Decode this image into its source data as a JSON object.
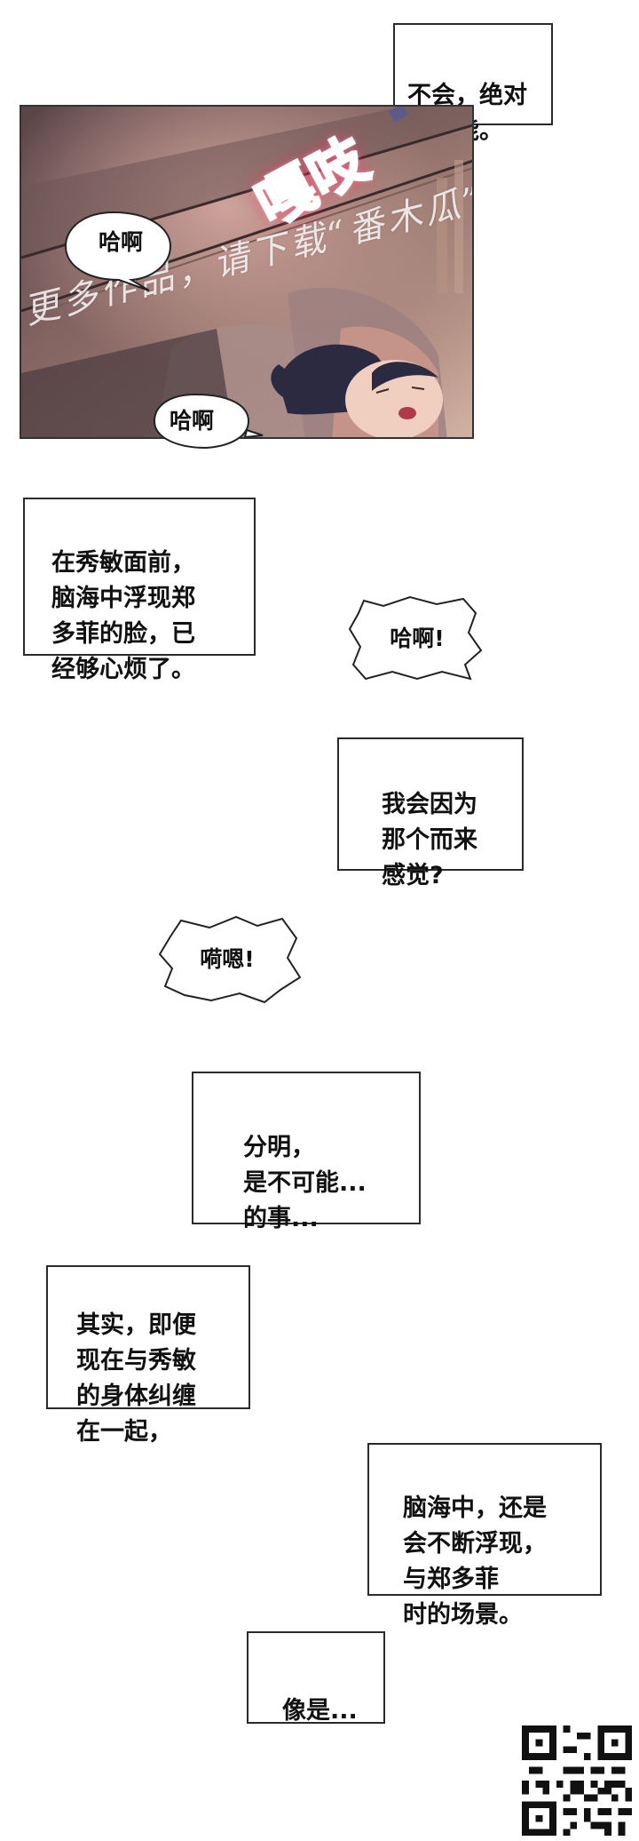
{
  "panel1": {
    "narration": "不会，绝对\n不可能。",
    "sfx": "嘎吱",
    "bubble_a": "哈啊",
    "bubble_b": "哈啊",
    "watermark": "更多作品，请下载“番木瓜”APP。"
  },
  "captions": {
    "c1": "在秀敏面前，\n脑海中浮现郑\n多菲的脸，已\n经够心烦了。",
    "c2": "我会因为\n那个而来\n感觉?",
    "c3": "分明，\n是不可能...\n的事...",
    "c4": "其实，即便\n现在与秀敏\n的身体纠缠\n在一起，",
    "c5": "脑海中，还是\n会不断浮现，\n与郑多菲\n时的场景。",
    "c6": "像是..."
  },
  "exclaims": {
    "e1": "哈啊!",
    "e2": "嗬嗯!"
  },
  "colors": {
    "sfx": "#ff3d6e",
    "panel_dark": "#3a2a2e",
    "panel_warm": "#b08070"
  }
}
